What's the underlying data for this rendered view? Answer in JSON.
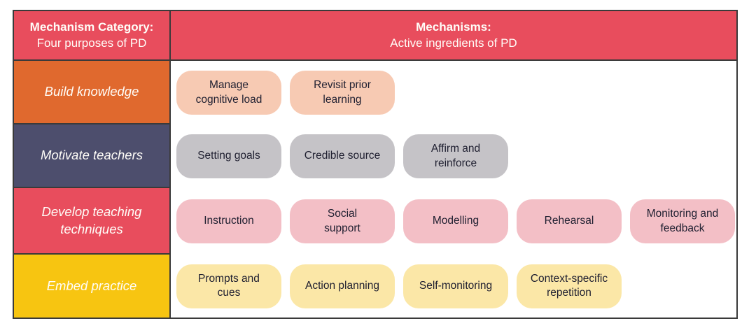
{
  "header": {
    "category": {
      "title": "Mechanism Category:",
      "subtitle": "Four purposes of PD"
    },
    "mechanisms": {
      "title": "Mechanisms:",
      "subtitle": "Active ingredients of PD"
    }
  },
  "rows": [
    {
      "category": "Build knowledge",
      "row_color": "#e0692e",
      "pill_color": "#f7cab3",
      "pills": [
        "Manage\ncognitive load",
        "Revisit prior\nlearning"
      ]
    },
    {
      "category": "Motivate teachers",
      "row_color": "#4d4e6d",
      "pill_color": "#c5c3c7",
      "pills": [
        "Setting goals",
        "Credible source",
        "Affirm and\nreinforce"
      ]
    },
    {
      "category": "Develop teaching techniques",
      "row_color": "#e84d5d",
      "pill_color": "#f3bfc6",
      "pills": [
        "Instruction",
        "Social\nsupport",
        "Modelling",
        "Rehearsal",
        "Monitoring and\nfeedback"
      ]
    },
    {
      "category": "Embed practice",
      "row_color": "#f7c511",
      "pill_color": "#fbe7a7",
      "pills": [
        "Prompts and\ncues",
        "Action planning",
        "Self-monitoring",
        "Context-specific\nrepetition"
      ]
    }
  ],
  "colors": {
    "header_bg": "#e84d5d",
    "border": "#3a3a3a",
    "header_text": "#fffdf8",
    "pill_text": "#202031"
  }
}
